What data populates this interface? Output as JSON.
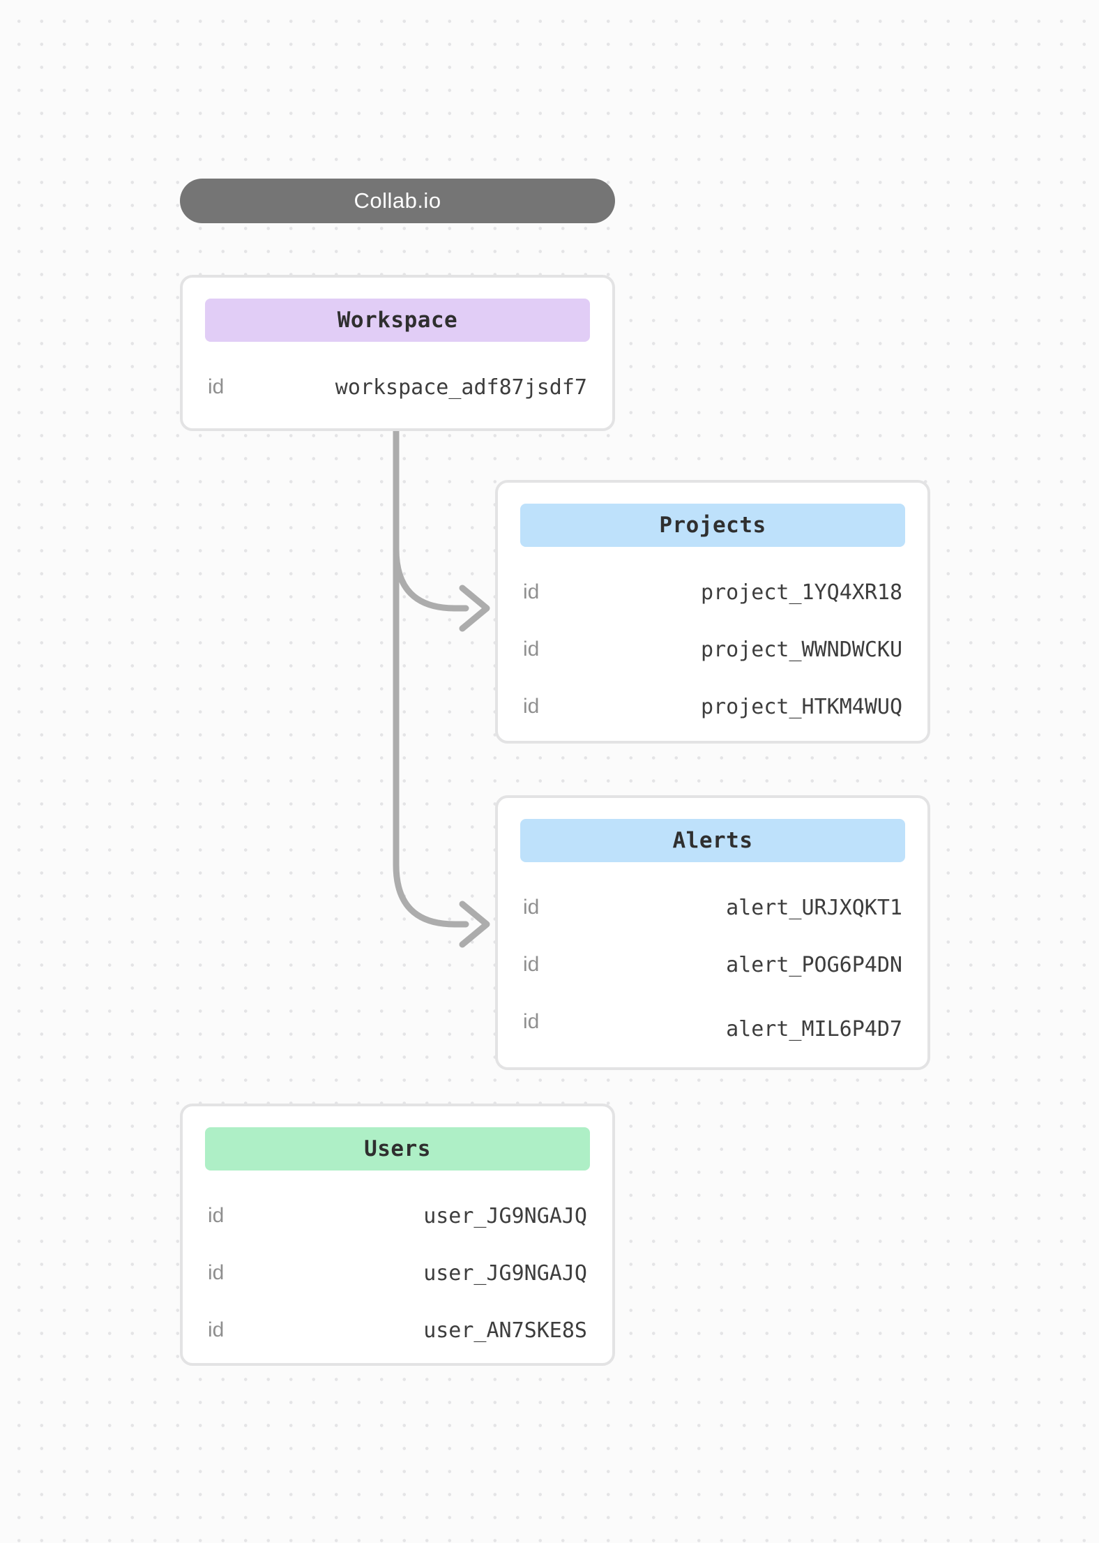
{
  "app": {
    "title": "Collab.io"
  },
  "colors": {
    "background": "#fbfbfb",
    "grid_dot": "#e4e4e6",
    "title_pill_bg": "#757575",
    "title_pill_text": "#ffffff",
    "card_bg": "#ffffff",
    "card_border": "#e3e3e4",
    "workspace_header_bg": "#e1cdf6",
    "projects_header_bg": "#bee1fb",
    "alerts_header_bg": "#bee1fb",
    "users_header_bg": "#aeefc6",
    "connector": "#acacac",
    "label_text": "#8f8f8f",
    "value_text": "#3d3d3d"
  },
  "nodes": {
    "workspace": {
      "title": "Workspace",
      "rows": [
        {
          "label": "id",
          "value": "workspace_adf87jsdf7"
        }
      ]
    },
    "projects": {
      "title": "Projects",
      "rows": [
        {
          "label": "id",
          "value": "project_1YQ4XR18"
        },
        {
          "label": "id",
          "value": "project_WWNDWCKU"
        },
        {
          "label": "id",
          "value": "project_HTKM4WUQ"
        }
      ]
    },
    "alerts": {
      "title": "Alerts",
      "rows": [
        {
          "label": "id",
          "value": "alert_URJXQKT1"
        },
        {
          "label": "id",
          "value": "alert_POG6P4DN"
        },
        {
          "label": "id",
          "value": "alert_MIL6P4D7"
        }
      ]
    },
    "users": {
      "title": "Users",
      "rows": [
        {
          "label": "id",
          "value": "user_JG9NGAJQ"
        },
        {
          "label": "id",
          "value": "user_JG9NGAJQ"
        },
        {
          "label": "id",
          "value": "user_AN7SKE8S"
        }
      ]
    }
  },
  "edges": [
    {
      "from": "Workspace",
      "to": "Projects"
    },
    {
      "from": "Workspace",
      "to": "Alerts"
    }
  ]
}
